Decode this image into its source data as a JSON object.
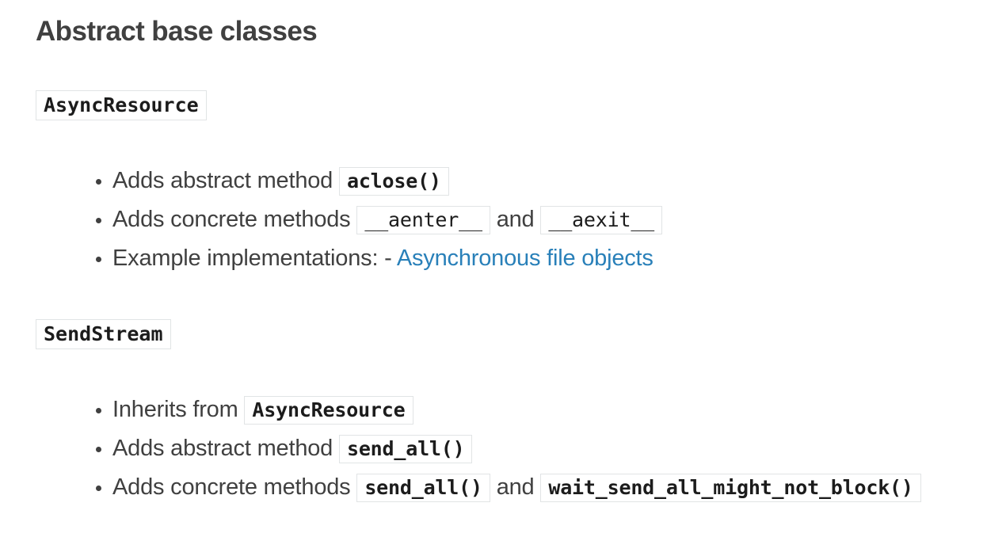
{
  "page": {
    "title": "Abstract base classes"
  },
  "colors": {
    "background": "#ffffff",
    "text": "#404040",
    "code_text": "#1c1c1c",
    "code_border": "#e1e4e5",
    "link": "#2980b9"
  },
  "sections": [
    {
      "badge": "AsyncResource",
      "items": [
        {
          "parts": [
            {
              "type": "text",
              "text": "Adds abstract method "
            },
            {
              "type": "code",
              "bold": true,
              "text": "aclose()"
            }
          ]
        },
        {
          "parts": [
            {
              "type": "text",
              "text": "Adds concrete methods "
            },
            {
              "type": "code",
              "bold": false,
              "text": "__aenter__"
            },
            {
              "type": "text",
              "text": " and "
            },
            {
              "type": "code",
              "bold": false,
              "text": "__aexit__"
            }
          ]
        },
        {
          "parts": [
            {
              "type": "text",
              "text": "Example implementations: - "
            },
            {
              "type": "link",
              "text": "Asynchronous file objects"
            }
          ]
        }
      ]
    },
    {
      "badge": "SendStream",
      "items": [
        {
          "parts": [
            {
              "type": "text",
              "text": "Inherits from "
            },
            {
              "type": "code",
              "bold": true,
              "text": "AsyncResource"
            }
          ]
        },
        {
          "parts": [
            {
              "type": "text",
              "text": "Adds abstract method "
            },
            {
              "type": "code",
              "bold": true,
              "text": "send_all()"
            }
          ]
        },
        {
          "parts": [
            {
              "type": "text",
              "text": "Adds concrete methods "
            },
            {
              "type": "code",
              "bold": true,
              "text": "send_all()"
            },
            {
              "type": "text",
              "text": " and "
            },
            {
              "type": "code",
              "bold": true,
              "text": "wait_send_all_might_not_block()"
            }
          ]
        }
      ]
    }
  ]
}
